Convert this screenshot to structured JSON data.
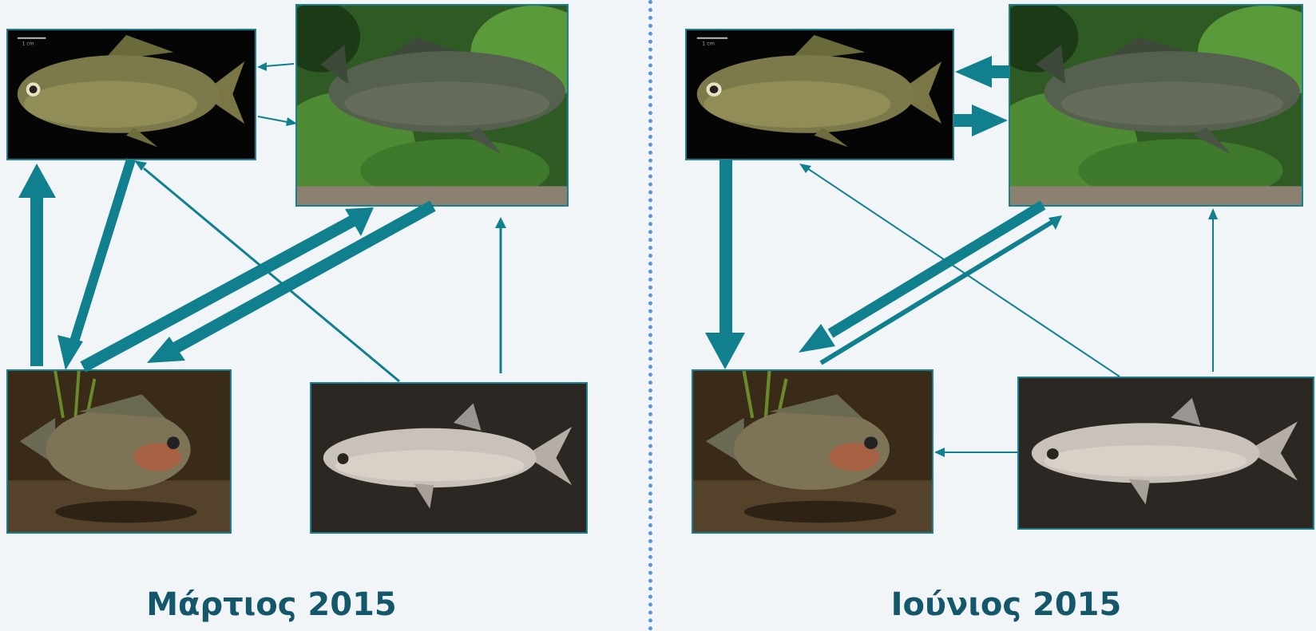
{
  "panels": {
    "left": {
      "label": "Μάρτιος 2015"
    },
    "right": {
      "label": "Ιούνιος 2015"
    }
  },
  "scale_bar_text": "1 cm",
  "colors": {
    "arrow": "#10808f",
    "frame": "#1b7f92",
    "label": "#14566a",
    "divider": "#5b95d8",
    "background": "#f1f5f8"
  },
  "species_icons": [
    "crucian-carp",
    "common-carp",
    "pumpkinseed-sunfish",
    "silver-minnow"
  ]
}
